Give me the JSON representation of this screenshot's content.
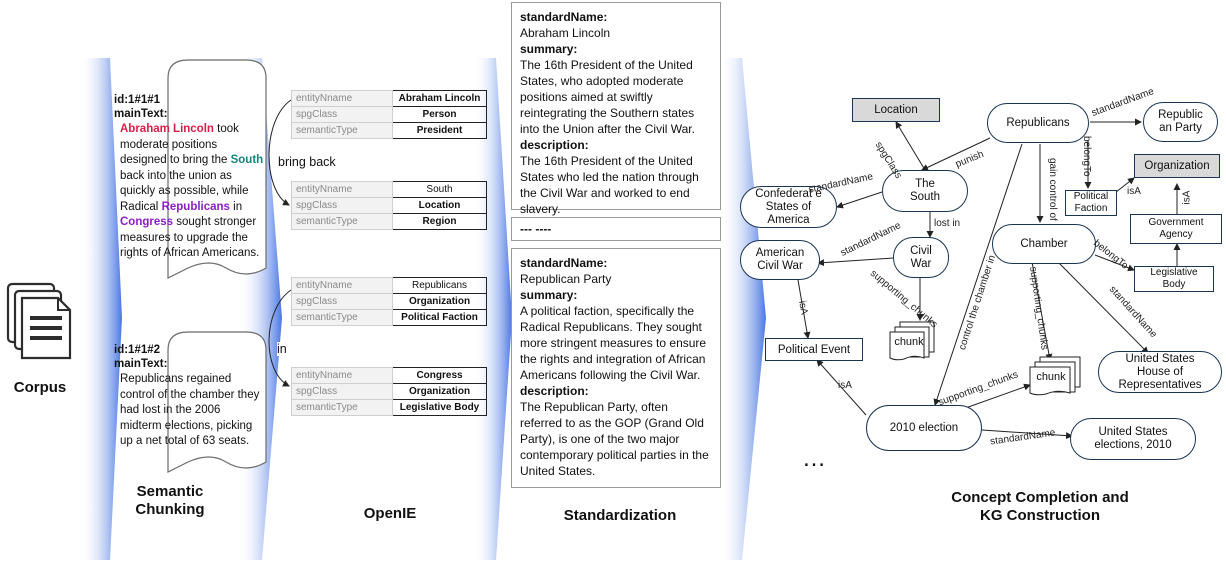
{
  "stages": {
    "corpus": "Corpus",
    "chunking_1": "Semantic",
    "chunking_2": "Chunking",
    "openie": "OpenIE",
    "standardization": "Standardization",
    "kg_1": "Concept Completion and",
    "kg_2": "KG Construction"
  },
  "chunks": [
    {
      "id": "id:1#1#1",
      "main_label": "mainText:",
      "t1": "Abraham Lincoln",
      "t2": " took moderate positions designed to bring the ",
      "t3": "South",
      "t4": " back into the union as quickly as possible, while Radical ",
      "t5": "Republicans",
      "t6": " in ",
      "t7": "Congress",
      "t8": " sought stronger measures to upgrade the rights of African Americans."
    },
    {
      "id": "id:1#1#2",
      "main_label": "mainText:",
      "text": "Republicans regained control of the chamber they had lost in the 2006 midterm elections, picking up a net total of 63 seats."
    }
  ],
  "openie": {
    "keys": [
      "entityNname",
      "spgClass",
      "semanticType"
    ],
    "entities": [
      {
        "name": "Abraham Lincoln",
        "cls": "Person",
        "type": "President"
      },
      {
        "name": "South",
        "cls": "Location",
        "type": "Region"
      },
      {
        "name": "Republicans",
        "cls": "Organization",
        "type": "Political Faction"
      },
      {
        "name": "Congress",
        "cls": "Organization",
        "type": "Legislative Body"
      }
    ],
    "relations": [
      "bring back",
      "in"
    ]
  },
  "standardization": {
    "box1": {
      "name_label": "standardName:",
      "name": "Abraham Lincoln",
      "summary_label": "summary:",
      "summary": "The 16th President of the United States, who adopted moderate positions aimed at swiftly reintegrating the Southern states into the Union after the Civil War.",
      "desc_label": "description:",
      "desc": "The 16th President of the United States who led the nation through the Civil War and worked to end slavery."
    },
    "separator": "--- ----",
    "box2": {
      "name_label": "standardName:",
      "name": "Republican Party",
      "summary_label": "summary:",
      "summary": "A political faction, specifically the Radical Republicans. They sought more stringent measures to ensure the rights and integration of African Americans following the Civil War.",
      "desc_label": "description:",
      "desc": "The Republican Party, often referred to as the GOP (Grand Old Party), is one of the two major contemporary political parties in the United States."
    }
  },
  "kg": {
    "nodes": {
      "location": "Location",
      "organization": "Organization",
      "republicans": "Republicans",
      "republican_party": "Republic an Party",
      "the_south": "The South",
      "confederate": "Confederat e States of America",
      "political_faction": "Political Faction",
      "government_agency": "Government Agency",
      "american_civil_war": "American Civil War",
      "civil_war": "Civil War",
      "chamber": "Chamber",
      "legislative_body": "Legislative Body",
      "political_event": "Political Event",
      "chunk1": "chunk",
      "chunk2": "chunk",
      "us_house": "United States House of Representatives",
      "election_2010": "2010 election",
      "us_elections": "United States elections, 2010"
    },
    "edges": {
      "spgclass": "spgClass",
      "punish": "punish",
      "standardname_south": "standardName",
      "standardname_rep": "standardName",
      "belongto_1": "belongTo",
      "gain_control_of": "gain control of",
      "isa_faction": "isA",
      "isa_agency": "isA",
      "lost_in": "lost in",
      "standardname_civil": "standardName",
      "belongto_2": "belongTo",
      "supporting_chunks_1": "supporting_chunks",
      "supporting_chunks_2": "supporting_chunks",
      "control_chamber": "control the chamber in",
      "isa_war": "isA",
      "standardname_chamber": "standardName",
      "supporting_chunks_3": "supporting_chunks",
      "isa_election": "isA",
      "standardname_election": "standardName"
    },
    "ellipsis": "…"
  }
}
